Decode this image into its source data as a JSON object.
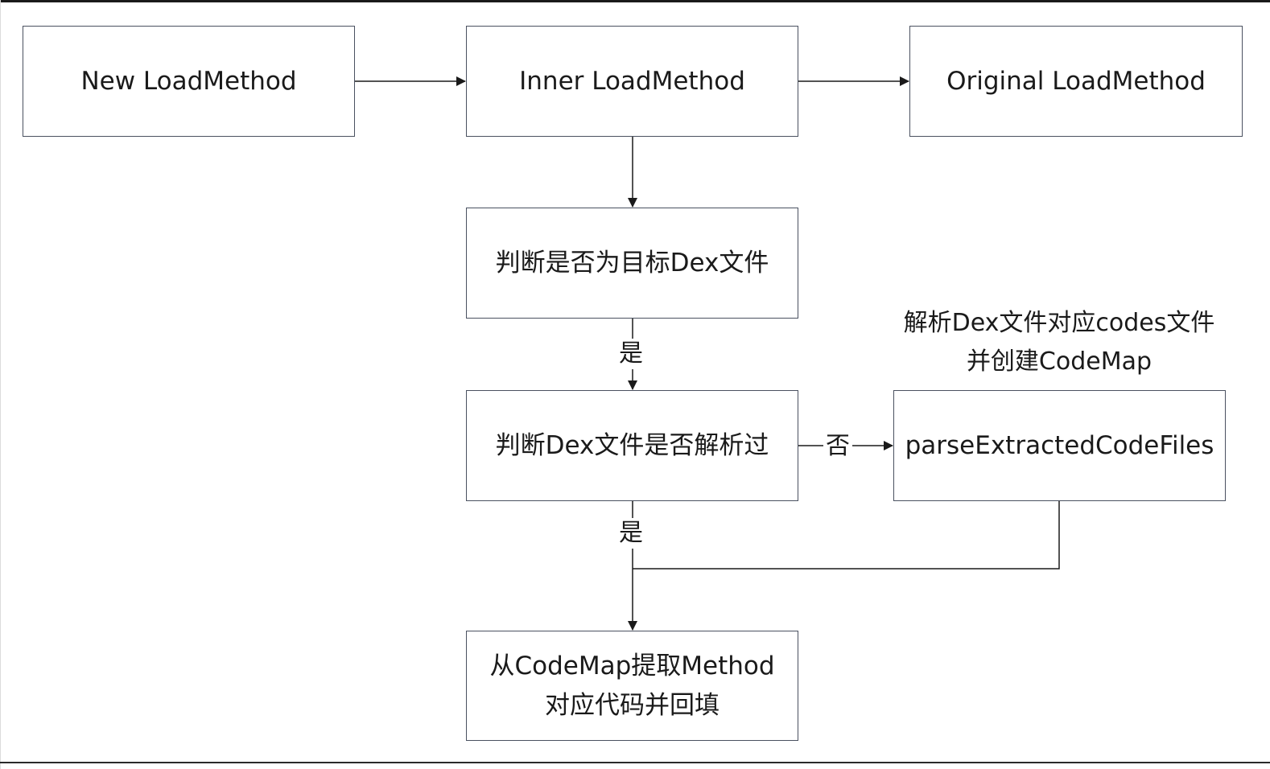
{
  "nodes": {
    "new_load_method": "New LoadMethod",
    "inner_load_method": "Inner LoadMethod",
    "original_load_method": "Original LoadMethod",
    "check_target_dex": "判断是否为目标Dex文件",
    "check_dex_parsed": "判断Dex文件是否解析过",
    "parse_extracted": "parseExtractedCodeFiles",
    "extract_fill": [
      "从CodeMap提取Method",
      "对应代码并回填"
    ]
  },
  "edge_labels": {
    "target_yes": "是",
    "parsed_no": "否",
    "parsed_yes": "是"
  },
  "annotation": [
    "解析Dex文件对应codes文件",
    "并创建CodeMap"
  ],
  "colors": {
    "stroke": "#1a1a1a",
    "box_border": "#4a5160"
  }
}
